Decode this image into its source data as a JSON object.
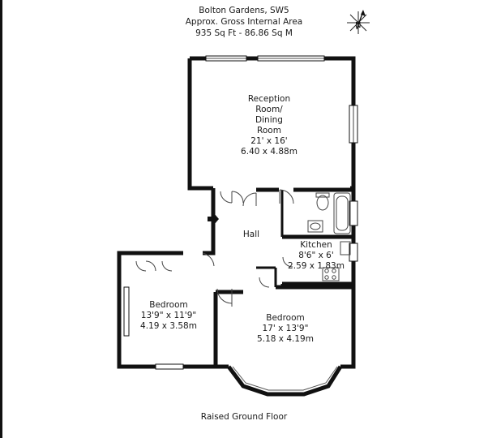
{
  "header": {
    "address": "Bolton Gardens, SW5",
    "area_label": "Approx. Gross Internal Area",
    "area_value": "935 Sq Ft  -  86.86 Sq M"
  },
  "compass": {
    "north_label": "N"
  },
  "rooms": {
    "reception": {
      "line1": "Reception",
      "line2": "Room/",
      "line3": "Dining",
      "line4": "Room",
      "imperial": "21' x 16'",
      "metric": "6.40 x 4.88m"
    },
    "hall": {
      "name": "Hall"
    },
    "kitchen": {
      "name": "Kitchen",
      "imperial": "8'6\" x 6'",
      "metric": "2.59 x 1.83m"
    },
    "bedroom1": {
      "name": "Bedroom",
      "imperial": "13'9\" x 11'9\"",
      "metric": "4.19 x 3.58m"
    },
    "bedroom2": {
      "name": "Bedroom",
      "imperial": "17' x 13'9\"",
      "metric": "5.18 x 4.19m"
    }
  },
  "floor_label": "Raised Ground Floor",
  "colors": {
    "wall": "#111111",
    "line": "#444444"
  }
}
